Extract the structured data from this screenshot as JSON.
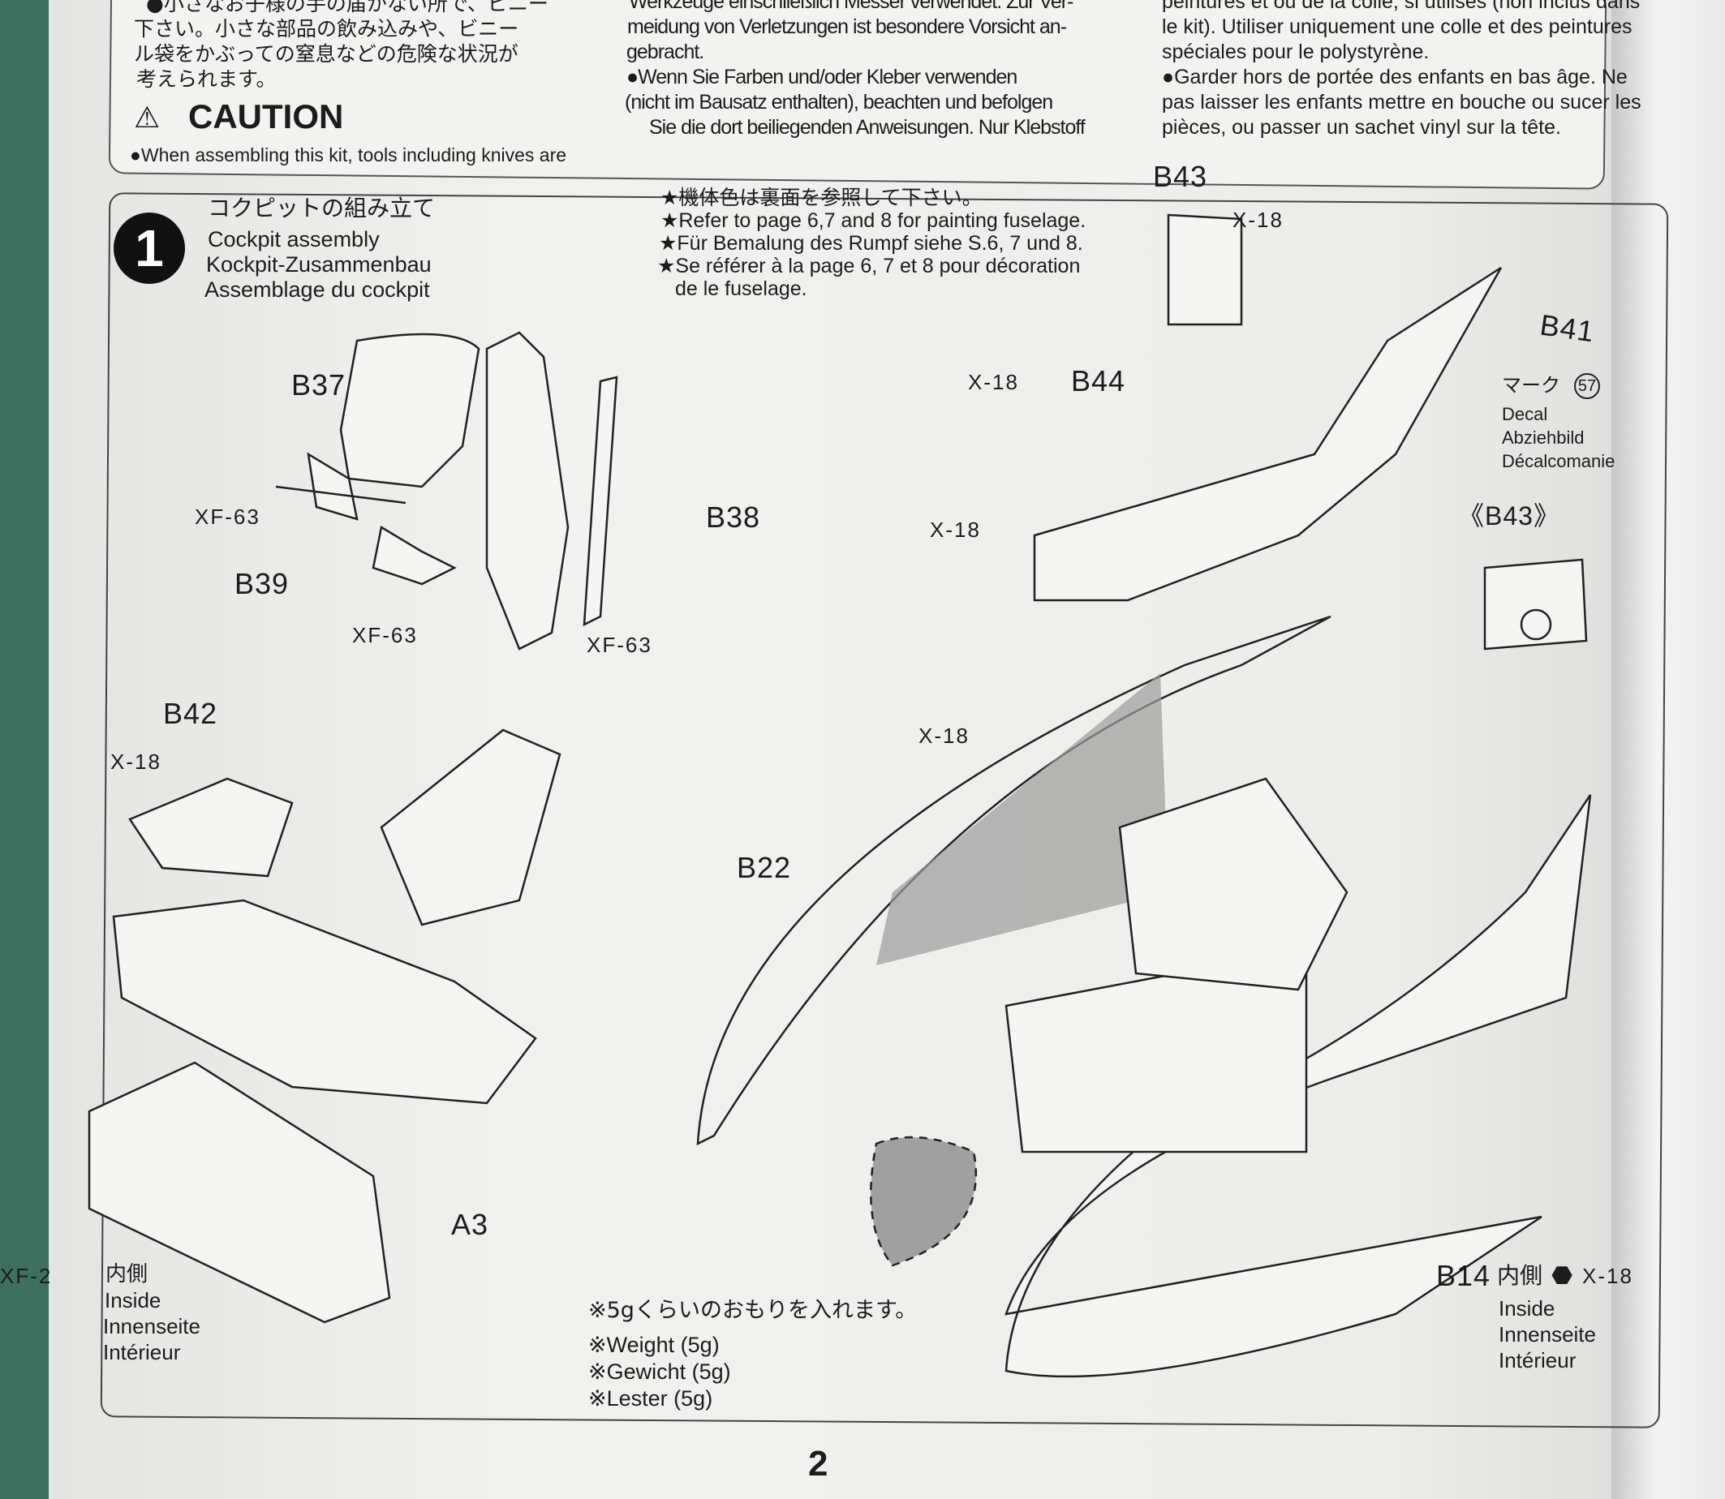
{
  "caution_box": {
    "jp_lines": [
      "●小さなお子様の手の届かない所で、ビニー",
      "下さい。小さな部品の飲み込みや、ビニー",
      "ル袋をかぶっての窒息などの危険な状況が",
      "考えられます。"
    ],
    "title": "CAUTION",
    "en_line": "●When assembling this kit, tools including knives are",
    "de_lines": [
      "Werkzeuge einschließlich Messer verwendet. Zur Ver-",
      "meidung von Verletzungen ist besondere Vorsicht an-",
      "gebracht.",
      "●Wenn Sie Farben und/oder Kleber verwenden",
      "(nicht im Bausatz enthalten), beachten und befolgen",
      "Sie die dort beiliegenden Anweisungen. Nur Klebstoff"
    ],
    "fr_lines": [
      "peintures et ou de la colle, si utilisés (non inclus dans",
      "le kit). Utiliser uniquement une colle et des peintures",
      "spéciales pour le polystyrène.",
      "●Garder hors de portée des enfants en bas âge. Ne",
      "pas laisser les enfants mettre en bouche ou sucer les",
      "pièces, ou passer un sachet vinyl sur la tête."
    ]
  },
  "step": {
    "number": "1",
    "title_jp": "コクピットの組み立て",
    "title_en": "Cockpit assembly",
    "title_de": "Kockpit-Zusammenbau",
    "title_fr": "Assemblage du cockpit",
    "notes": [
      "★機体色は裏面を参照して下さい。",
      "★Refer to page 6,7 and 8 for painting fuselage.",
      "★Für Bemalung des Rumpf siehe S.6, 7 und 8.",
      "★Se référer à la page 6, 7 et 8 pour décoration",
      "de le fuselage."
    ]
  },
  "labels": {
    "b37": "B37",
    "b38": "B38",
    "b39": "B39",
    "b42": "B42",
    "b43": "B43",
    "b44": "B44",
    "b41": "B41",
    "b43_decal": "《B43》",
    "b22": "B22",
    "a3": "A3",
    "b14": "B14",
    "xf63_a": "XF-63",
    "xf63_b": "XF-63",
    "xf63_c": "XF-63",
    "x18_b42": "X-18",
    "x18_b43": "X-18",
    "x18_b44": "X-18",
    "x18_tub": "X-18",
    "x18_canopy": "X-18",
    "x18_b14": "X-18",
    "xf2": "XF-2"
  },
  "decal": {
    "jp": "マーク",
    "number": "57",
    "en": "Decal",
    "de": "Abziehbild",
    "fr": "Décalcomanie"
  },
  "inside_a3": {
    "jp": "内側",
    "en": "Inside",
    "de": "Innenseite",
    "fr": "Intérieur"
  },
  "inside_b14": {
    "jp": "内側",
    "en": "Inside",
    "de": "Innenseite",
    "fr": "Intérieur"
  },
  "weight": {
    "jp": "※5gくらいのおもりを入れます。",
    "en": "※Weight (5g)",
    "de": "※Gewicht (5g)",
    "fr": "※Lester (5g)"
  },
  "page_number": "2"
}
